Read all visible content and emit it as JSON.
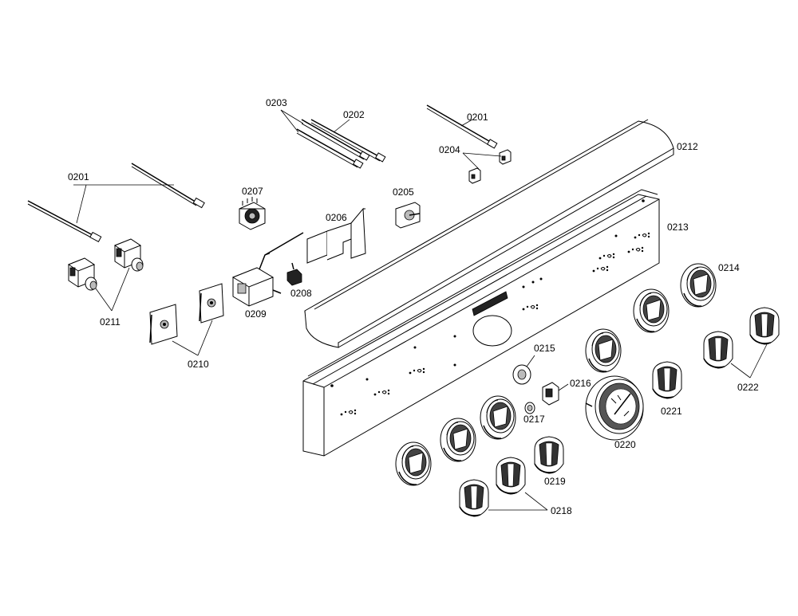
{
  "labels": {
    "p0201a": "0201",
    "p0201b": "0201",
    "p0202": "0202",
    "p0203": "0203",
    "p0204": "0204",
    "p0205": "0205",
    "p0206": "0206",
    "p0207": "0207",
    "p0208": "0208",
    "p0209": "0209",
    "p0210": "0210",
    "p0211": "0211",
    "p0212": "0212",
    "p0213": "0213",
    "p0214": "0214",
    "p0215": "0215",
    "p0216": "0216",
    "p0217": "0217",
    "p0218": "0218",
    "p0219": "0219",
    "p0220": "0220",
    "p0221": "0221",
    "p0222": "0222"
  }
}
